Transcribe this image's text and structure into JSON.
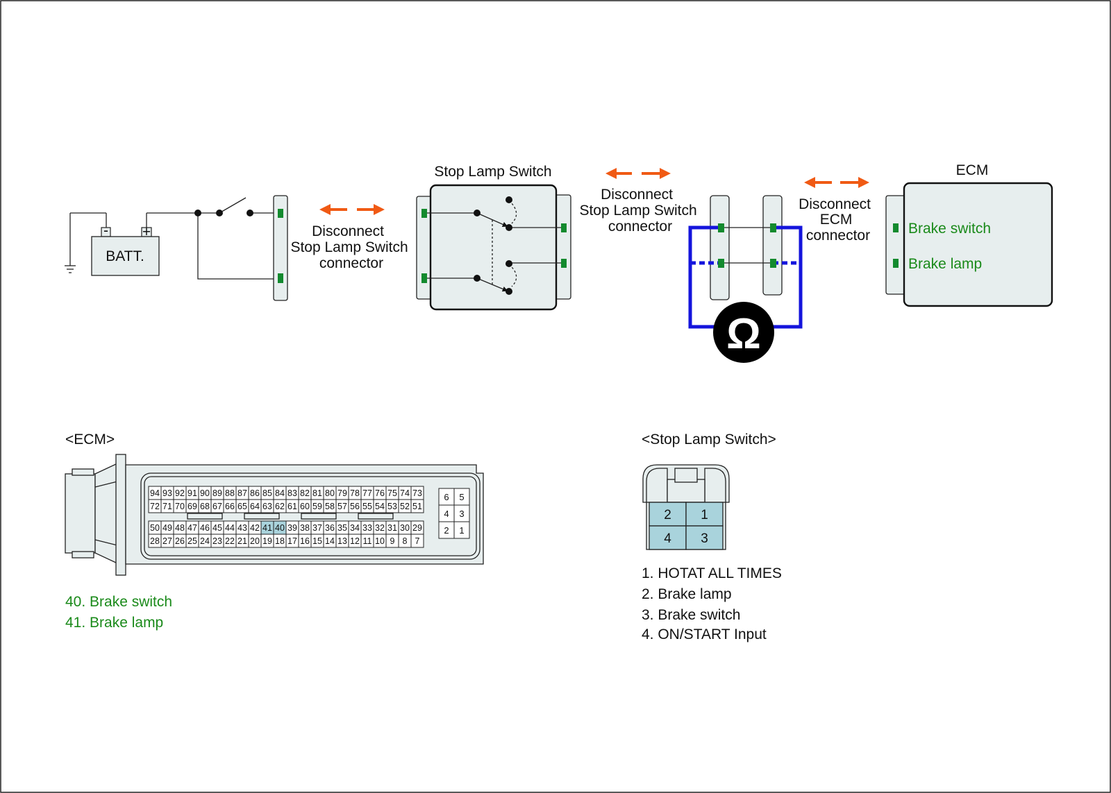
{
  "colors": {
    "accent_orange": "#f05a14",
    "wire_blue": "#1414dc",
    "terminal_green": "#138a2e",
    "pin_highlight": "#a9d3dc",
    "box_fill": "#e7eeee",
    "label_green": "#1a8a1a"
  },
  "circuit": {
    "battery_label": "BATT.",
    "battery_minus": "-",
    "battery_plus": "+",
    "disconnect_1": [
      "Disconnect",
      "Stop Lamp Switch",
      "connector"
    ],
    "stop_lamp_switch_title": "Stop Lamp Switch",
    "disconnect_2": [
      "Disconnect",
      "Stop Lamp Switch",
      "connector"
    ],
    "disconnect_3": [
      "Disconnect",
      "ECM",
      "connector"
    ],
    "ecm_title": "ECM",
    "ecm_brake_switch": "Brake switch",
    "ecm_brake_lamp": "Brake lamp",
    "meter_symbol": "Ω",
    "meter_icon": "ohmmeter-icon"
  },
  "ecm_connector": {
    "title": "<ECM>",
    "rows": [
      [
        "94",
        "93",
        "92",
        "91",
        "90",
        "89",
        "88",
        "87",
        "86",
        "85",
        "84",
        "83",
        "82",
        "81",
        "80",
        "79",
        "78",
        "77",
        "76",
        "75",
        "74",
        "73"
      ],
      [
        "72",
        "71",
        "70",
        "69",
        "68",
        "67",
        "66",
        "65",
        "64",
        "63",
        "62",
        "61",
        "60",
        "59",
        "58",
        "57",
        "56",
        "55",
        "54",
        "53",
        "52",
        "51"
      ],
      [
        "50",
        "49",
        "48",
        "47",
        "46",
        "45",
        "44",
        "43",
        "42",
        "41",
        "40",
        "39",
        "38",
        "37",
        "36",
        "35",
        "34",
        "33",
        "32",
        "31",
        "30",
        "29"
      ],
      [
        "28",
        "27",
        "26",
        "25",
        "24",
        "23",
        "22",
        "21",
        "20",
        "19",
        "18",
        "17",
        "16",
        "15",
        "14",
        "13",
        "12",
        "11",
        "10",
        "9",
        "8",
        "7"
      ]
    ],
    "side_rows": [
      [
        "6",
        "5"
      ],
      [
        "4",
        "3"
      ],
      [
        "2",
        "1"
      ]
    ],
    "highlighted_pins": [
      "41",
      "40"
    ],
    "legend": [
      "40. Brake switch",
      "41. Brake lamp"
    ]
  },
  "stop_lamp_connector": {
    "title": "<Stop Lamp Switch>",
    "pins": [
      [
        "2",
        "1"
      ],
      [
        "4",
        "3"
      ]
    ],
    "legend": [
      {
        "text": "1. HOTAT ALL TIMES",
        "highlight": false
      },
      {
        "text": "2. Brake lamp",
        "highlight": true
      },
      {
        "text": "3. Brake switch",
        "highlight": true
      },
      {
        "text": "4. ON/START Input",
        "highlight": false
      }
    ]
  }
}
